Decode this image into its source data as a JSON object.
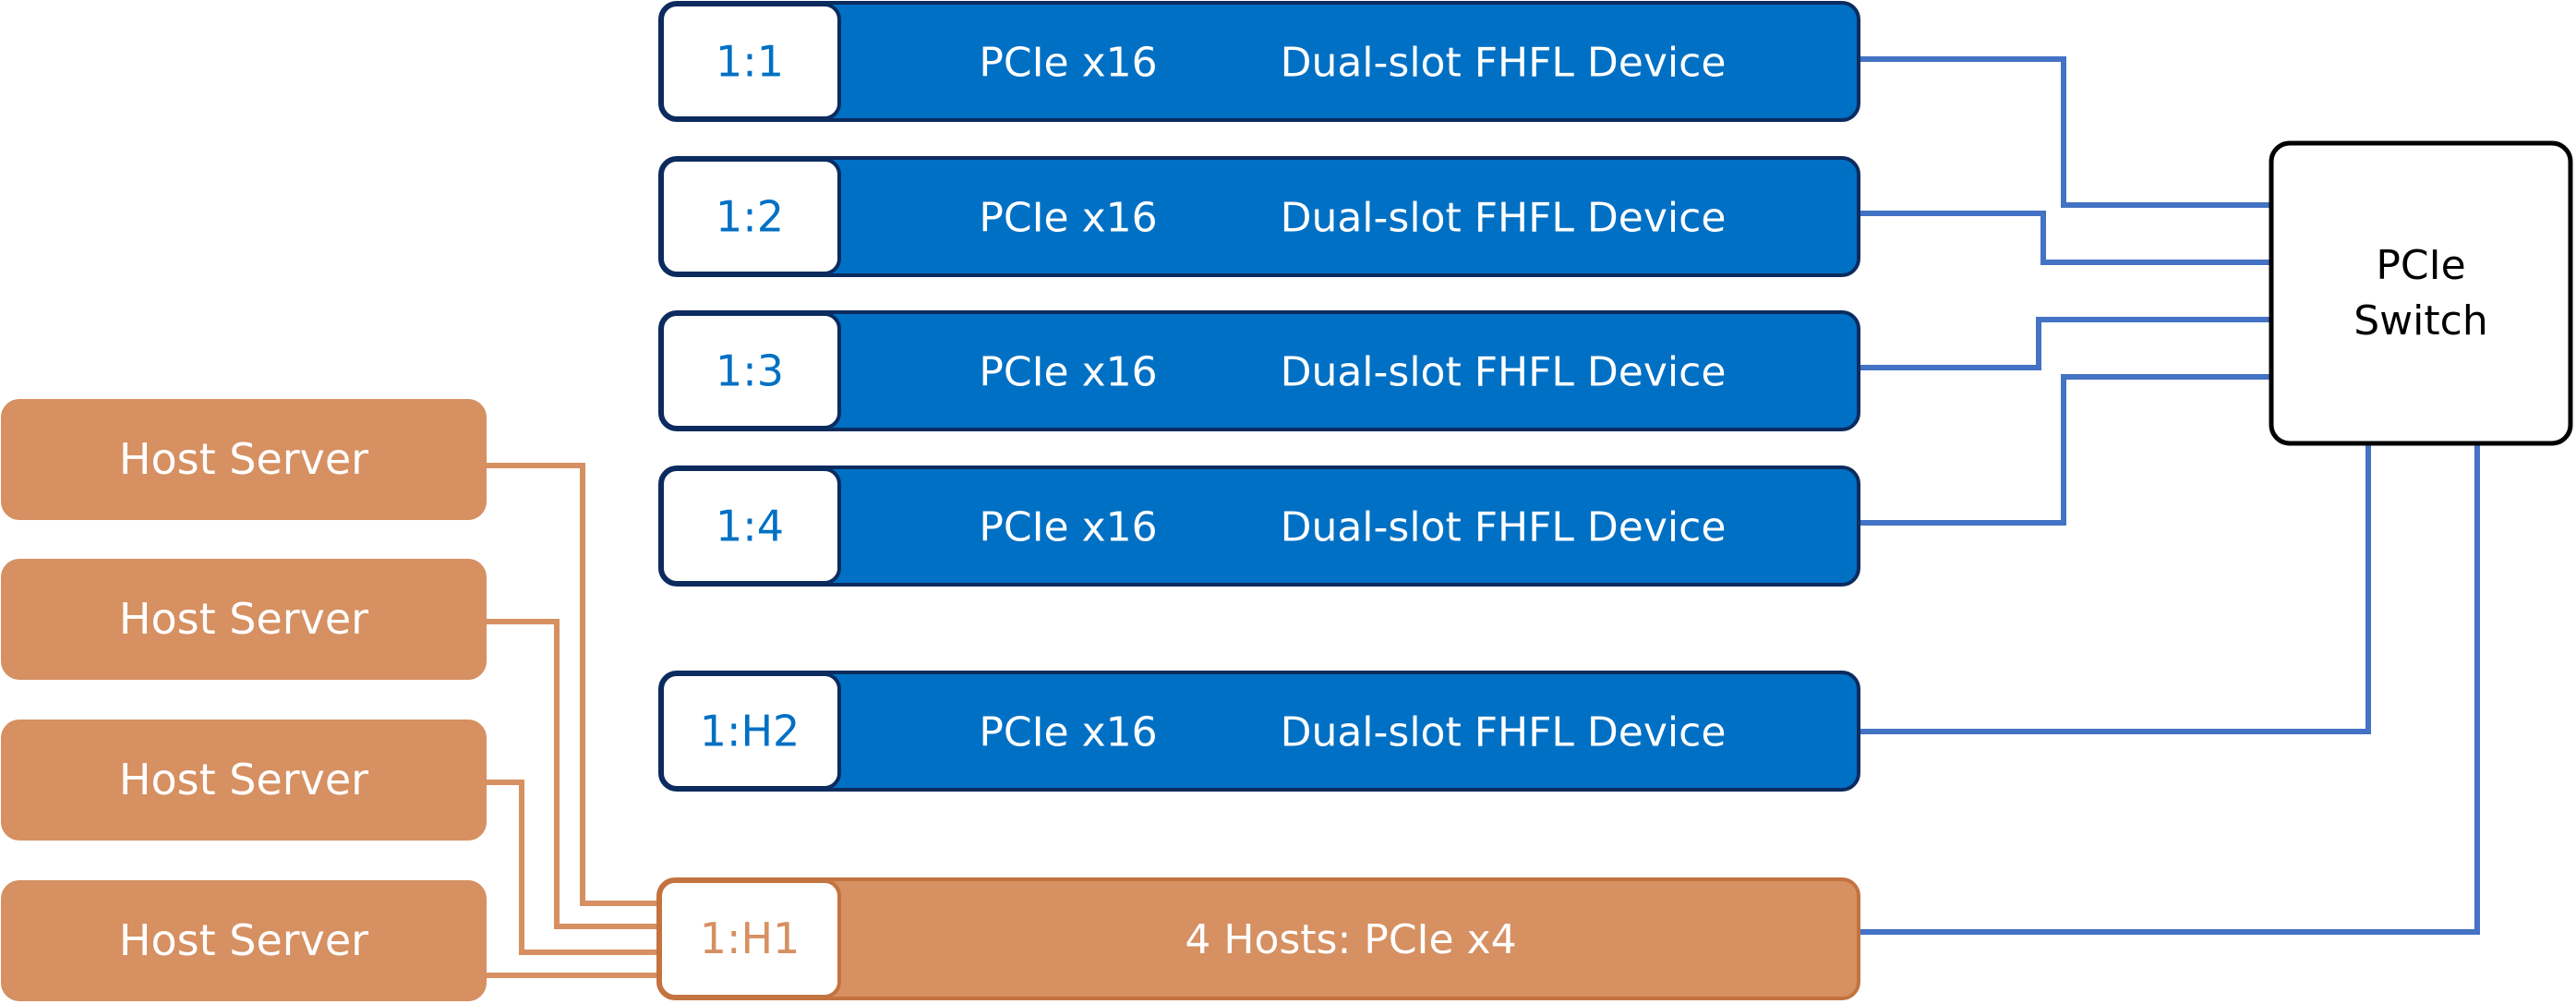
{
  "colors": {
    "device_fill": "#0070c4",
    "device_border": "#0c2b5e",
    "host_fill": "#d69061",
    "host_border": "#c3733f",
    "link_blue": "#4472c4",
    "link_orange": "#d69061",
    "label_white": "#ffffff",
    "switch_border": "#000000",
    "text_dark": "#000000"
  },
  "slots": [
    {
      "id": "1:1",
      "bus": "PCIe x16",
      "device": "Dual-slot FHFL Device"
    },
    {
      "id": "1:2",
      "bus": "PCIe x16",
      "device": "Dual-slot FHFL Device"
    },
    {
      "id": "1:3",
      "bus": "PCIe x16",
      "device": "Dual-slot FHFL Device"
    },
    {
      "id": "1:4",
      "bus": "PCIe x16",
      "device": "Dual-slot FHFL Device"
    },
    {
      "id": "1:H2",
      "bus": "PCIe x16",
      "device": "Dual-slot FHFL Device"
    }
  ],
  "host_slot": {
    "id": "1:H1",
    "label": "4 Hosts: PCIe x4"
  },
  "hosts": [
    {
      "label": "Host Server"
    },
    {
      "label": "Host Server"
    },
    {
      "label": "Host Server"
    },
    {
      "label": "Host Server"
    }
  ],
  "switch": {
    "line1": "PCIe",
    "line2": "Switch"
  }
}
